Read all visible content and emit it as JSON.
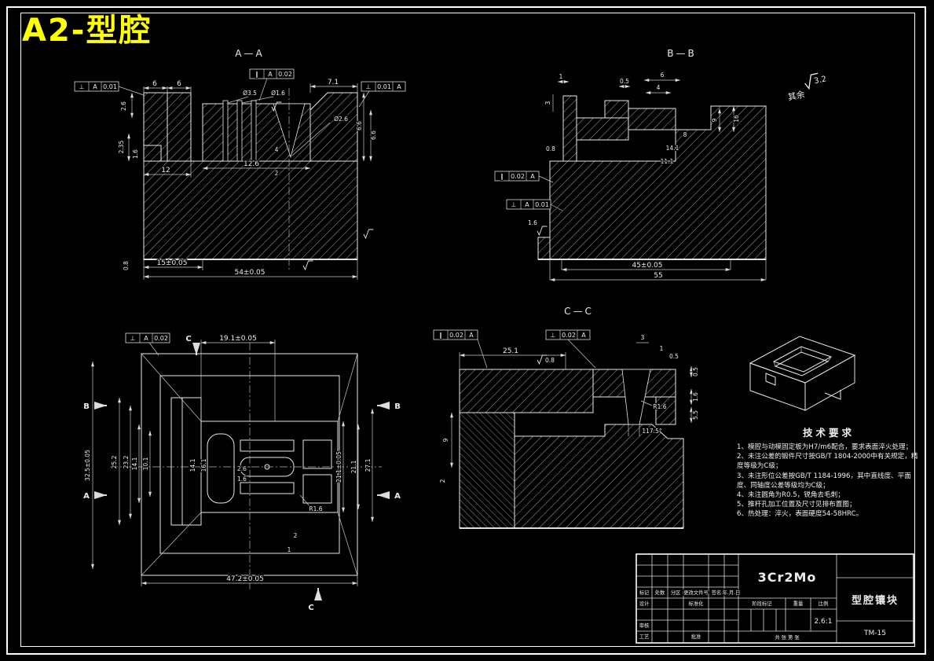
{
  "page": {
    "title": "A2-型腔",
    "surface_note": {
      "prefix": "其余",
      "value": "3.2"
    }
  },
  "sections": {
    "aa": "A—A",
    "bb": "B—B",
    "cc": "C—C"
  },
  "gdt": {
    "aa_left": [
      "⊥",
      "A",
      "0.01"
    ],
    "aa_top": [
      "∥",
      "A",
      "0.02"
    ],
    "aa_right": [
      "⊥",
      "0.01",
      "A"
    ],
    "bb_par": [
      "∥",
      "0.02",
      "A"
    ],
    "bb_perp": [
      "⊥",
      "A",
      "0.01"
    ],
    "plan_top": [
      "⊥",
      "A",
      "0.02"
    ],
    "cc_par": [
      "∥",
      "0.02",
      "A"
    ],
    "cc_perp": [
      "⊥",
      "0.02",
      "A"
    ]
  },
  "dims": {
    "aa": [
      "6",
      "6",
      "7.1",
      "2.6",
      "2.35",
      "1.6",
      "Ø3.5",
      "Ø1.6",
      "Ø2.6",
      "6.6",
      "6.6",
      "12",
      "12.6",
      "2",
      "4",
      "0.8",
      "15±0.05",
      "54±0.05"
    ],
    "bb": [
      "1",
      "3",
      "0.5",
      "6",
      "4",
      "8",
      "14.1",
      "11.1",
      "9",
      "16",
      "0.8",
      "1.6",
      "45±0.05",
      "55"
    ],
    "plan": [
      "19.1±0.05",
      "32.5±0.05",
      "25.2",
      "23.2",
      "14.1",
      "10.1",
      "14.1",
      "16.1",
      "2.6",
      "1.6",
      "21.1±0.05",
      "21.1",
      "27.1",
      "2",
      "1",
      "47.2±0.05",
      "R1.6"
    ],
    "cc": [
      "25.1",
      "3",
      "1",
      "0.5",
      "0.5",
      "1.6",
      "5.5",
      "9",
      "2",
      "R1.6",
      "117.5°",
      "0.8"
    ]
  },
  "plan_letters": {
    "top": "C",
    "bottom": "C",
    "left_b": "B",
    "left_a": "A",
    "right_b": "B",
    "right_a": "A"
  },
  "tech": {
    "title": "技术要求",
    "lines": [
      "1、模腔与动模固定板为H7/m6配合，要求表面淬火处理；",
      "2、未注公差的锻件尺寸按GB/T 1804-2000中有关规定，精度等级为C级；",
      "3、未注形位公差按GB/T 1184-1996，其中直线度、平面度、同轴度公差等级均为C级；",
      "4、未注圆角为R0.5，锐角去毛刺；",
      "5、推杆孔加工位置及尺寸见排布置图；",
      "6、热处理：淬火，表面硬度54-58HRC。"
    ]
  },
  "title_block": {
    "material": "3Cr2Mo",
    "part_name": "型腔镶块",
    "scale_value": "2.6:1",
    "drawing_no": "TM-15",
    "stage": "阶段标记",
    "weight": "重量",
    "scale": "比例",
    "sheet": "共  张  第  张",
    "cols": [
      "标记",
      "处数",
      "分区",
      "更改文件号",
      "签名",
      "年.月.日"
    ],
    "design": "设计",
    "standardize": "标准化",
    "audit": "审核",
    "process": "工艺",
    "approve": "批准"
  }
}
